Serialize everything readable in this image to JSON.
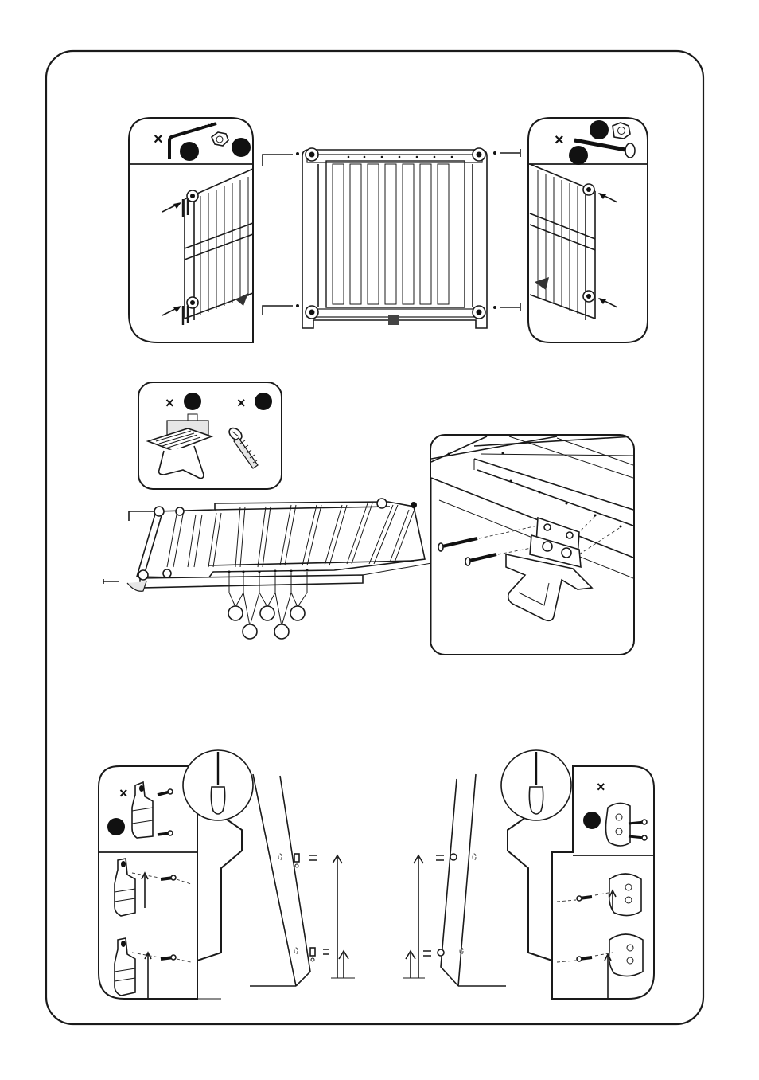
{
  "figure": {
    "type": "assembly-instructions",
    "quantity_marker": "×",
    "line_color": "#1a1a1a",
    "badge_color": "#111111",
    "background": "#ffffff"
  },
  "steps": [
    {
      "id": "step-1",
      "panels": [
        "left-hook-bolt-kit",
        "gate-front-view",
        "right-long-bolt-kit"
      ]
    },
    {
      "id": "step-2",
      "panels": [
        "latch-and-screw-kit",
        "gate-top-view",
        "latch-mount-detail"
      ]
    },
    {
      "id": "step-3",
      "panels": [
        "left-wall-bracket-kit",
        "left-wall-mounting",
        "right-wall-mounting",
        "right-wall-bracket-kit"
      ]
    }
  ]
}
